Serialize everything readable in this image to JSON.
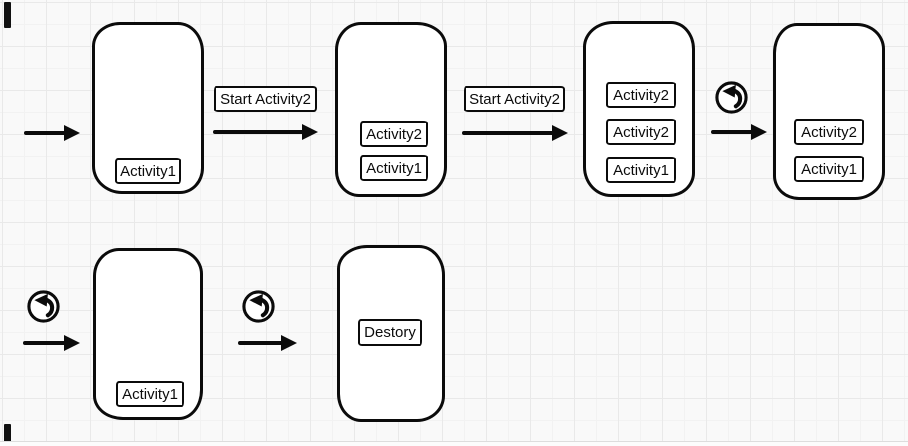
{
  "diagram": {
    "description": "activity-stack-lifecycle-flow"
  },
  "panels": [
    {
      "name": "screen-1",
      "stack": [
        "Activity1"
      ]
    },
    {
      "name": "screen-2",
      "stack": [
        "Activity2",
        "Activity1"
      ]
    },
    {
      "name": "screen-3",
      "stack": [
        "Activity2",
        "Activity2",
        "Activity1"
      ]
    },
    {
      "name": "screen-4",
      "stack": [
        "Activity2",
        "Activity1"
      ]
    },
    {
      "name": "screen-5",
      "stack": [
        "Activity1"
      ]
    },
    {
      "name": "screen-6",
      "stack": [
        "Destory"
      ]
    }
  ],
  "transition_labels": [
    "Start Activity2",
    "Start Activity2"
  ],
  "icons": {
    "back": "back-circular-arrow-icon"
  },
  "colors": {
    "stroke": "#0b0b0b",
    "shape_fill": "#ffffff",
    "canvas_bg": "#f9f9f9",
    "grid_minor": "#f2f2f2",
    "grid_major": "#e9e9e9"
  }
}
